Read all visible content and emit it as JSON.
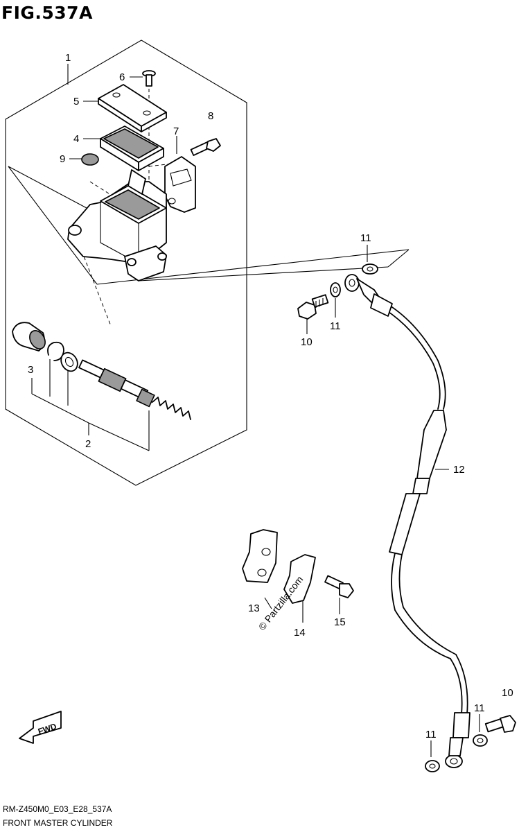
{
  "figure_title": "FIG.537A",
  "callouts": {
    "c1": "1",
    "c2": "2",
    "c3": "3",
    "c4": "4",
    "c5": "5",
    "c6": "6",
    "c7": "7",
    "c8": "8",
    "c9": "9",
    "c10a": "10",
    "c10b": "10",
    "c11a": "11",
    "c11b": "11",
    "c11c": "11",
    "c11d": "11",
    "c12": "12",
    "c13": "13",
    "c14": "14",
    "c15": "15"
  },
  "fwd_label": "FWD",
  "watermark": "© Partzilla.com",
  "footer": {
    "code": "RM-Z450M0_E03_E28_537A",
    "caption": "FRONT MASTER CYLINDER"
  }
}
